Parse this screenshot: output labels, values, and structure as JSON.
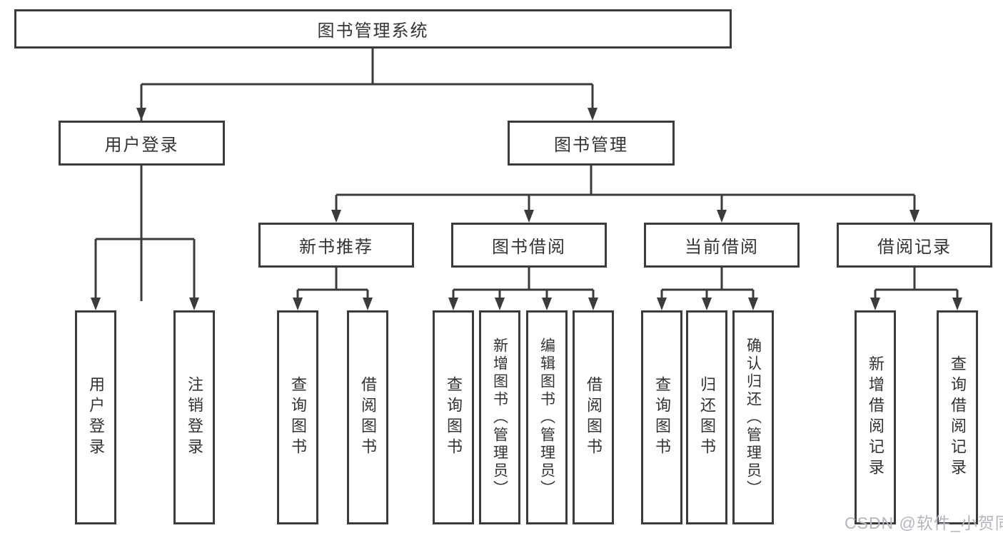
{
  "diagram": {
    "root": {
      "label": "图书管理系统"
    },
    "level2": [
      {
        "label": "用户登录"
      },
      {
        "label": "图书管理"
      }
    ],
    "level3": [
      {
        "label": "新书推荐"
      },
      {
        "label": "图书借阅"
      },
      {
        "label": "当前借阅"
      },
      {
        "label": "借阅记录"
      }
    ],
    "leaves": {
      "user_login": [
        {
          "label": "用户登录"
        },
        {
          "label": "注销登录"
        }
      ],
      "new_book": [
        {
          "label": "查询图书"
        },
        {
          "label": "借阅图书"
        }
      ],
      "book_borrow": [
        {
          "label": "查询图书"
        },
        {
          "label": "新增图书（管理员）"
        },
        {
          "label": "编辑图书（管理员）"
        },
        {
          "label": "借阅图书"
        }
      ],
      "current_borrow": [
        {
          "label": "查询图书"
        },
        {
          "label": "归还图书"
        },
        {
          "label": "确认归还（管理员）"
        }
      ],
      "borrow_record": [
        {
          "label": "新增借阅记录"
        },
        {
          "label": "查询借阅记录"
        }
      ]
    }
  },
  "watermark": {
    "text": "CSDN @软件_小贺同学"
  },
  "colors": {
    "line": "#3b3b3b",
    "text": "#333333",
    "watermark": "#b3b6bc",
    "background": "#ffffff"
  }
}
